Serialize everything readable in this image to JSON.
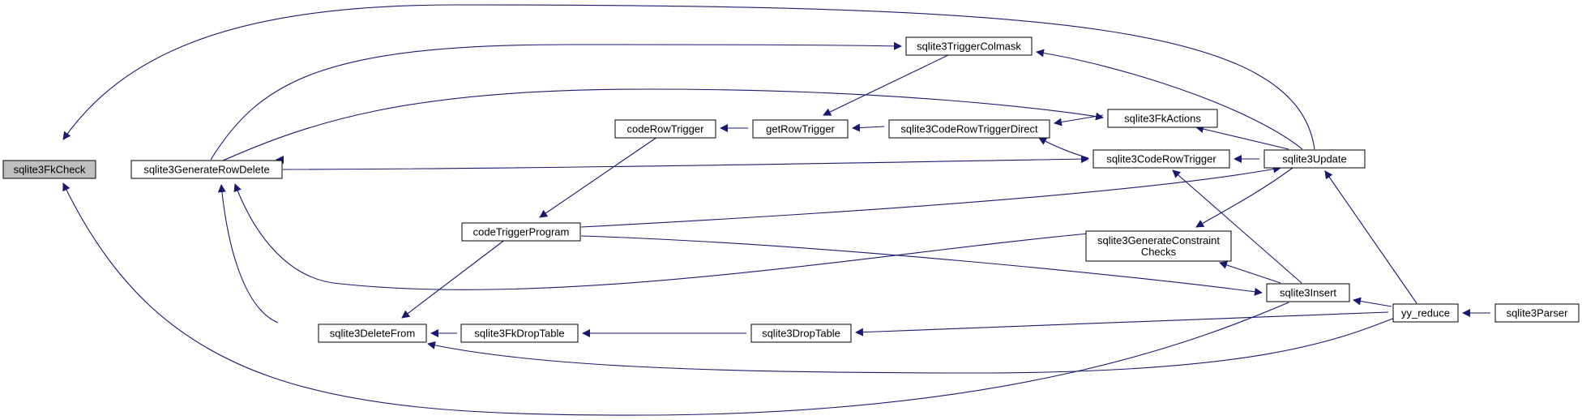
{
  "graph": {
    "colors": {
      "edge": "#191970",
      "node_fill": "#ffffff",
      "node_border": "#000000",
      "root_fill": "#bfbfbf"
    },
    "nodes": [
      {
        "id": "fkcheck",
        "lines": [
          "sqlite3FkCheck"
        ],
        "root": true
      },
      {
        "id": "genrowdelete",
        "lines": [
          "sqlite3GenerateRowDelete"
        ]
      },
      {
        "id": "deletefrom",
        "lines": [
          "sqlite3DeleteFrom"
        ]
      },
      {
        "id": "codetriggerprogram",
        "lines": [
          "codeTriggerProgram"
        ]
      },
      {
        "id": "fkdroptable",
        "lines": [
          "sqlite3FkDropTable"
        ]
      },
      {
        "id": "coderowtrigger",
        "lines": [
          "codeRowTrigger"
        ]
      },
      {
        "id": "getrowtrigger",
        "lines": [
          "getRowTrigger"
        ]
      },
      {
        "id": "droptable",
        "lines": [
          "sqlite3DropTable"
        ]
      },
      {
        "id": "triggercolmask",
        "lines": [
          "sqlite3TriggerColmask"
        ]
      },
      {
        "id": "coderowtriggerdirect",
        "lines": [
          "sqlite3CodeRowTriggerDirect"
        ]
      },
      {
        "id": "fkactions",
        "lines": [
          "sqlite3FkActions"
        ]
      },
      {
        "id": "coderowtrigger2",
        "lines": [
          "sqlite3CodeRowTrigger"
        ]
      },
      {
        "id": "genconstraint",
        "lines": [
          "sqlite3GenerateConstraint",
          "Checks"
        ]
      },
      {
        "id": "update",
        "lines": [
          "sqlite3Update"
        ]
      },
      {
        "id": "insert",
        "lines": [
          "sqlite3Insert"
        ]
      },
      {
        "id": "yyreduce",
        "lines": [
          "yy_reduce"
        ]
      },
      {
        "id": "parser",
        "lines": [
          "sqlite3Parser"
        ]
      }
    ],
    "edges": [
      {
        "from": "genrowdelete",
        "to": "fkcheck"
      },
      {
        "from": "update",
        "to": "fkcheck"
      },
      {
        "from": "insert",
        "to": "fkcheck"
      },
      {
        "from": "deletefrom",
        "to": "genrowdelete"
      },
      {
        "from": "genconstraint",
        "to": "genrowdelete"
      },
      {
        "from": "genrowdelete",
        "to": "triggercolmask"
      },
      {
        "from": "genrowdelete",
        "to": "fkactions"
      },
      {
        "from": "genrowdelete",
        "to": "coderowtrigger2"
      },
      {
        "from": "fkdroptable",
        "to": "deletefrom"
      },
      {
        "from": "codetriggerprogram",
        "to": "deletefrom"
      },
      {
        "from": "yyreduce",
        "to": "deletefrom"
      },
      {
        "from": "coderowtrigger",
        "to": "codetriggerprogram"
      },
      {
        "from": "codetriggerprogram",
        "to": "update"
      },
      {
        "from": "codetriggerprogram",
        "to": "insert"
      },
      {
        "from": "getrowtrigger",
        "to": "coderowtrigger"
      },
      {
        "from": "coderowtriggerdirect",
        "to": "getrowtrigger"
      },
      {
        "from": "triggercolmask",
        "to": "getrowtrigger"
      },
      {
        "from": "droptable",
        "to": "fkdroptable"
      },
      {
        "from": "yyreduce",
        "to": "droptable"
      },
      {
        "from": "update",
        "to": "triggercolmask"
      },
      {
        "from": "fkactions",
        "to": "coderowtriggerdirect"
      },
      {
        "from": "coderowtrigger2",
        "to": "coderowtriggerdirect"
      },
      {
        "from": "update",
        "to": "fkactions"
      },
      {
        "from": "update",
        "to": "coderowtrigger2"
      },
      {
        "from": "insert",
        "to": "coderowtrigger2"
      },
      {
        "from": "update",
        "to": "genconstraint"
      },
      {
        "from": "insert",
        "to": "genconstraint"
      },
      {
        "from": "yyreduce",
        "to": "update"
      },
      {
        "from": "yyreduce",
        "to": "insert"
      },
      {
        "from": "parser",
        "to": "yyreduce"
      }
    ]
  }
}
